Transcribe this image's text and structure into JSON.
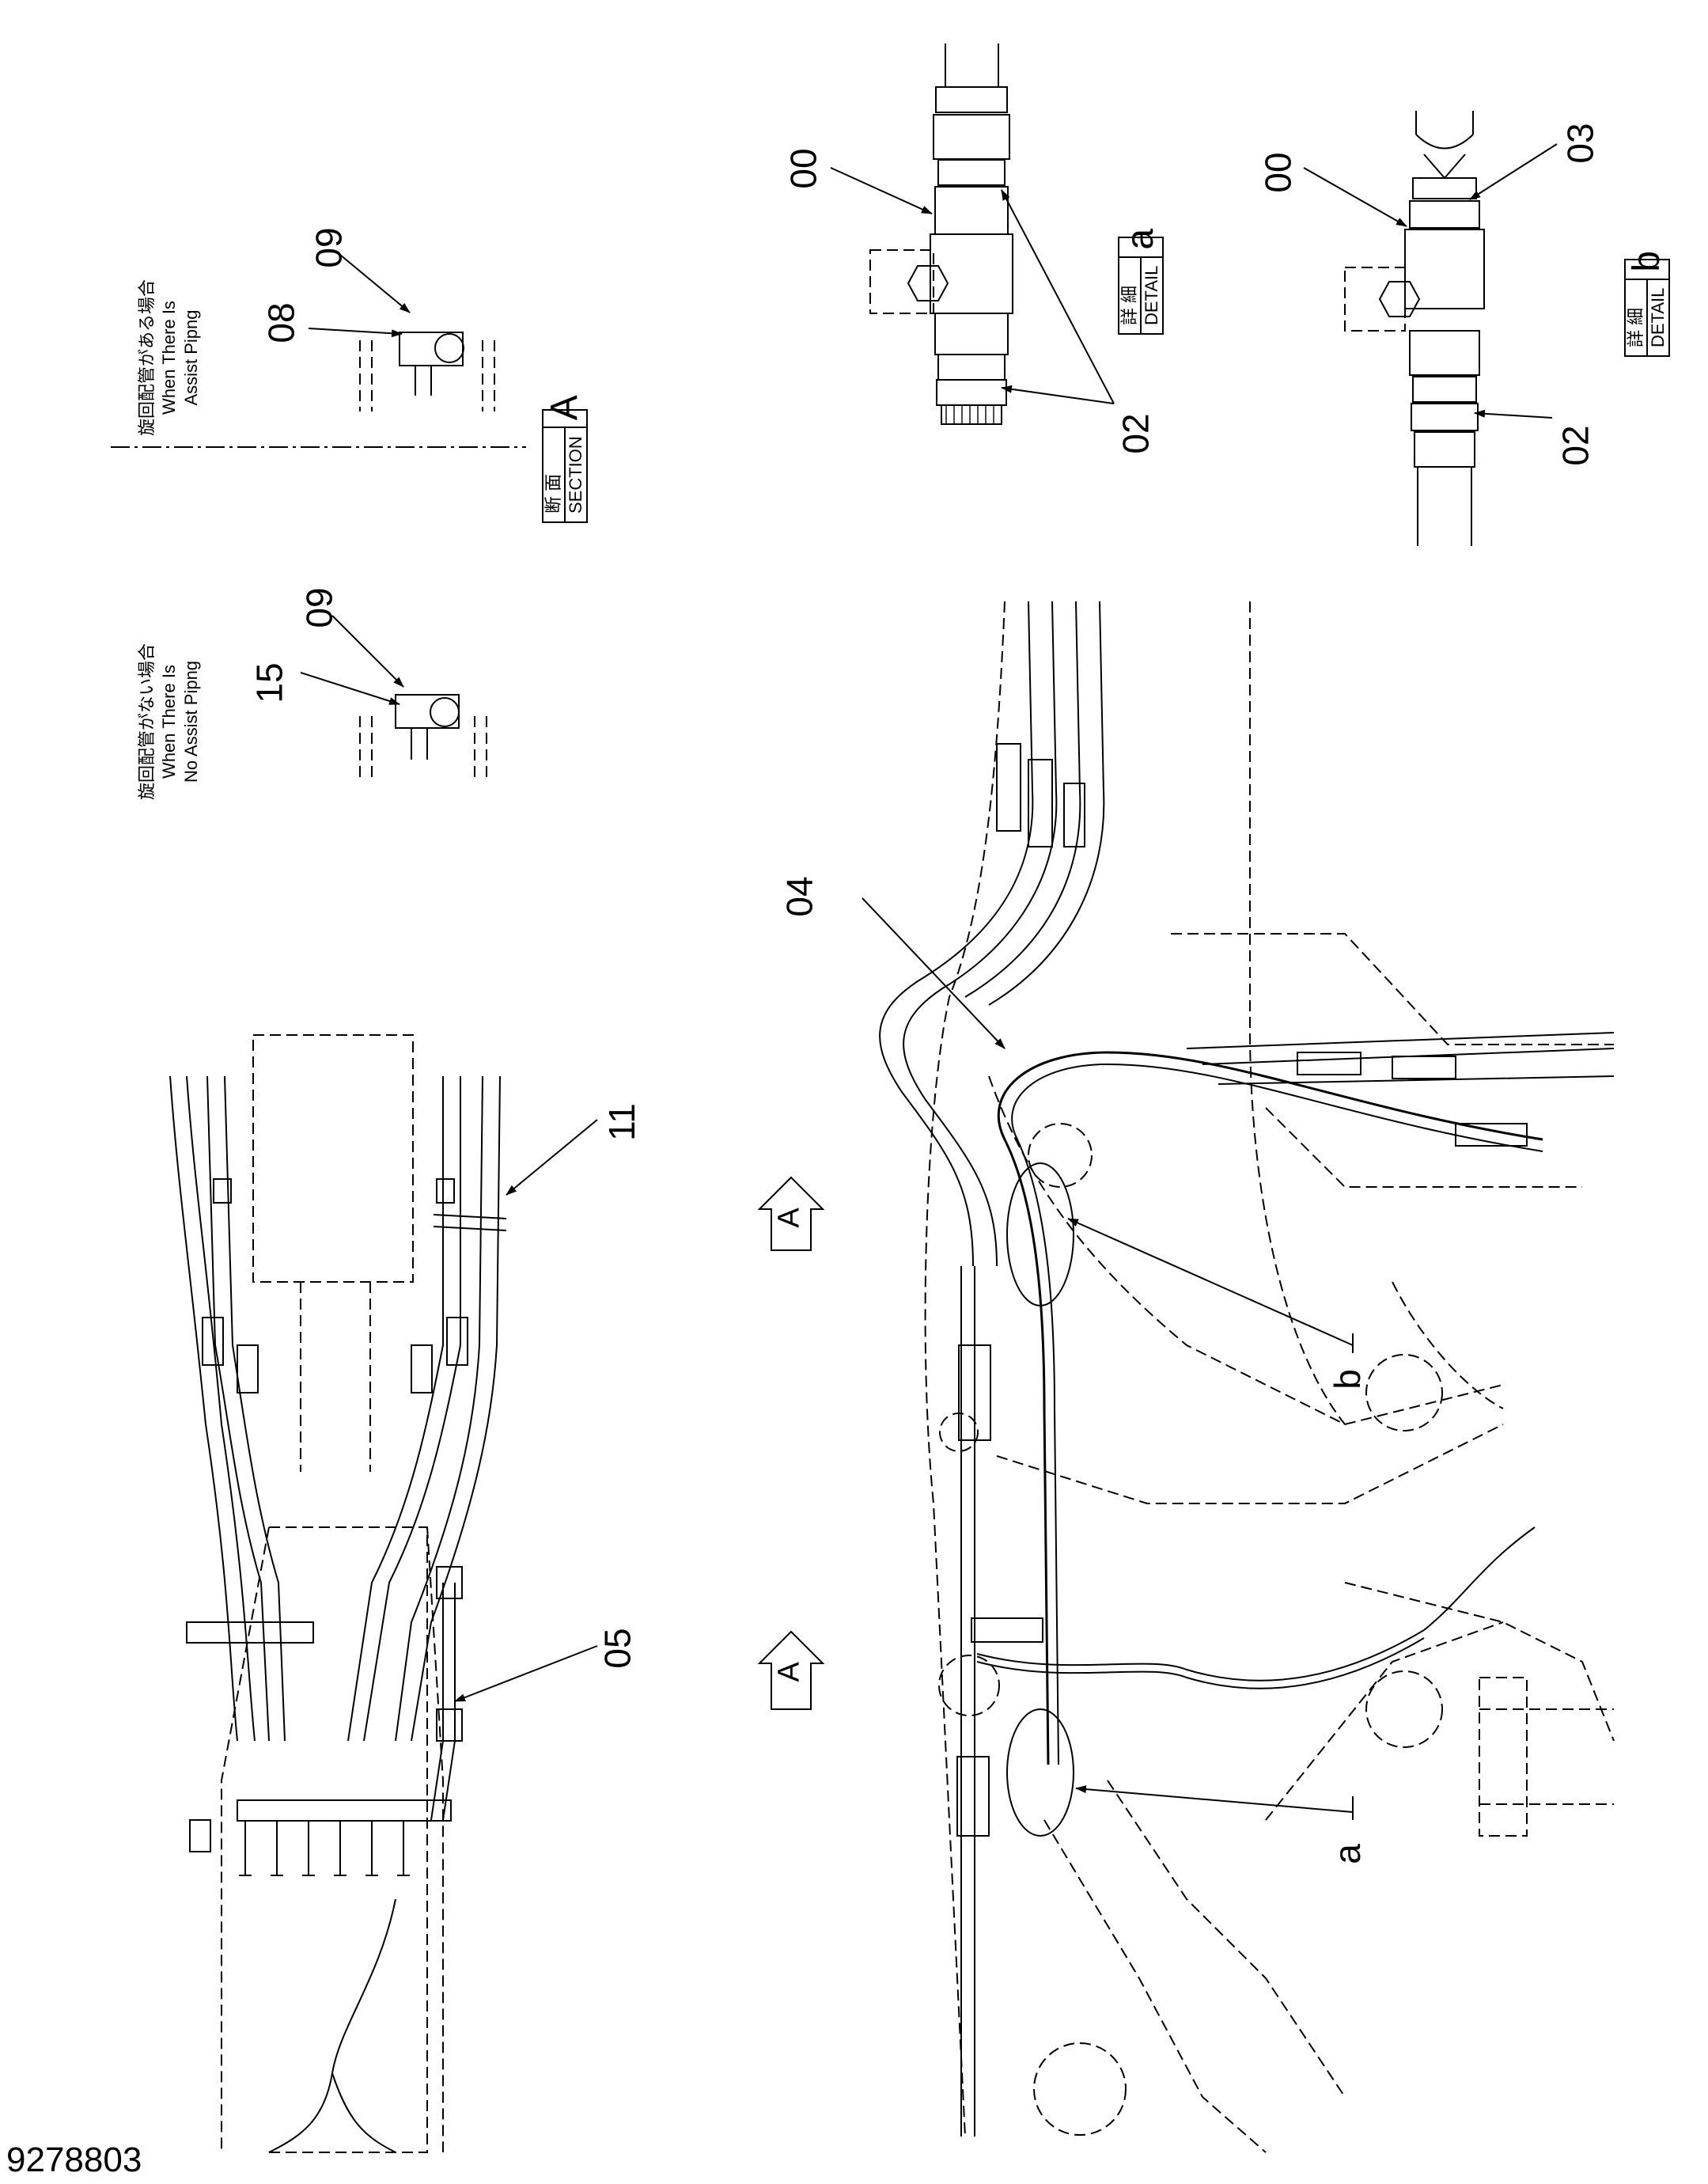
{
  "callouts": {
    "c00a": "00",
    "c02a": "02",
    "c00b": "00",
    "c03b": "03",
    "c02b": "02",
    "c08": "08",
    "c09a": "09",
    "c15": "15",
    "c09b": "09",
    "c04": "04",
    "c05": "05",
    "c11": "11",
    "ca": "a",
    "cb": "b"
  },
  "section_notes": {
    "with_assist_jp": "旋回配管がある場合",
    "with_assist_en1": "When There Is",
    "with_assist_en2": "Assist Pipng",
    "no_assist_jp": "旋回配管がない場合",
    "no_assist_en1": "When There Is",
    "no_assist_en2": "No Assist Pipng"
  },
  "section_box": {
    "jp": "断 面",
    "en": "SECTION",
    "letter": "A"
  },
  "detail_a_box": {
    "jp": "詳 細",
    "en": "DETAIL",
    "letter": "a"
  },
  "detail_b_box": {
    "jp": "詳 細",
    "en": "DETAIL",
    "letter": "b"
  },
  "view_arrows": {
    "upper": "A",
    "lower": "A"
  },
  "document_number": "9278803"
}
